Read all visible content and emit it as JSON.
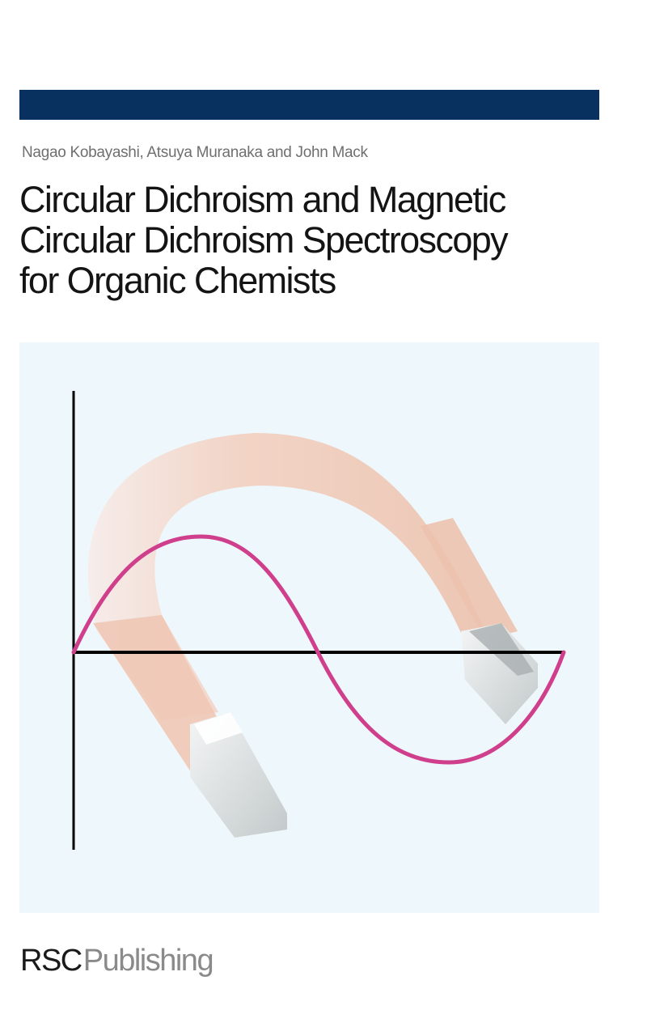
{
  "cover": {
    "band_color": "#08315f",
    "authors": "Nagao Kobayashi, Atsuya Muranaka and John Mack",
    "title_lines": [
      "Circular Dichroism and Magnetic",
      "Circular Dichroism Spectroscopy",
      "for Organic Chemists"
    ],
    "illustration": {
      "panel_color": "#eef7fb",
      "magnet_color": "#efc4b1",
      "magnet_tip_color": "#c9cfd0",
      "curve_color": "#cf3f8c",
      "axis_color": "#000000",
      "description": "horseshoe magnet with sine-wave CD curve on axes"
    },
    "publisher": {
      "brand": "RSC",
      "name": "Publishing"
    }
  }
}
